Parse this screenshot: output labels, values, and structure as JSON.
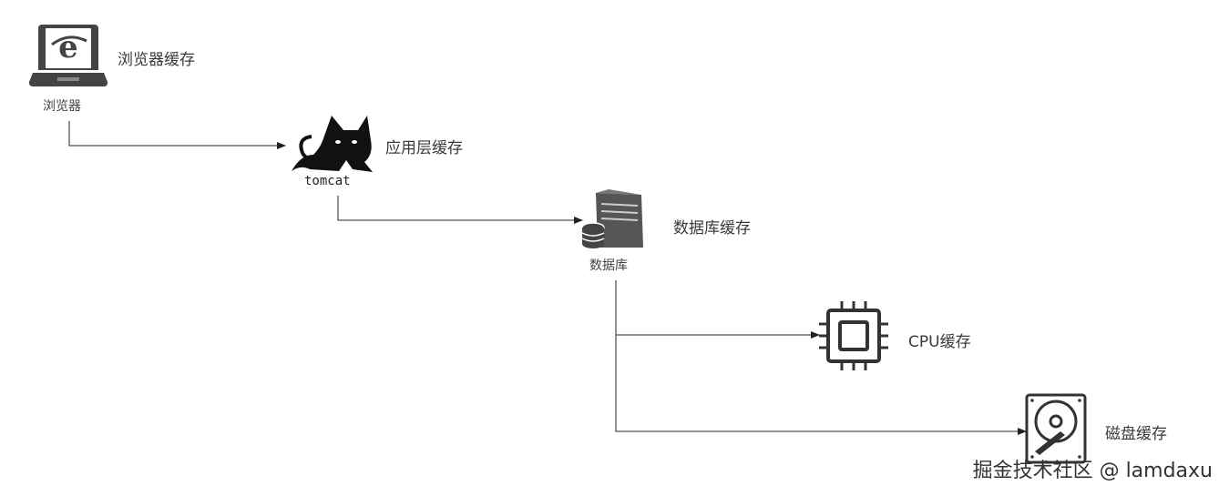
{
  "nodes": {
    "browser": {
      "name": "浏览器",
      "cache": "浏览器缓存"
    },
    "tomcat": {
      "name": "tomcat",
      "cache": "应用层缓存"
    },
    "database": {
      "name": "数据库",
      "cache": "数据库缓存"
    },
    "cpu": {
      "cache": "CPU缓存"
    },
    "disk": {
      "cache": "磁盘缓存"
    }
  },
  "watermark": "掘金技术社区 @ lamdaxu"
}
